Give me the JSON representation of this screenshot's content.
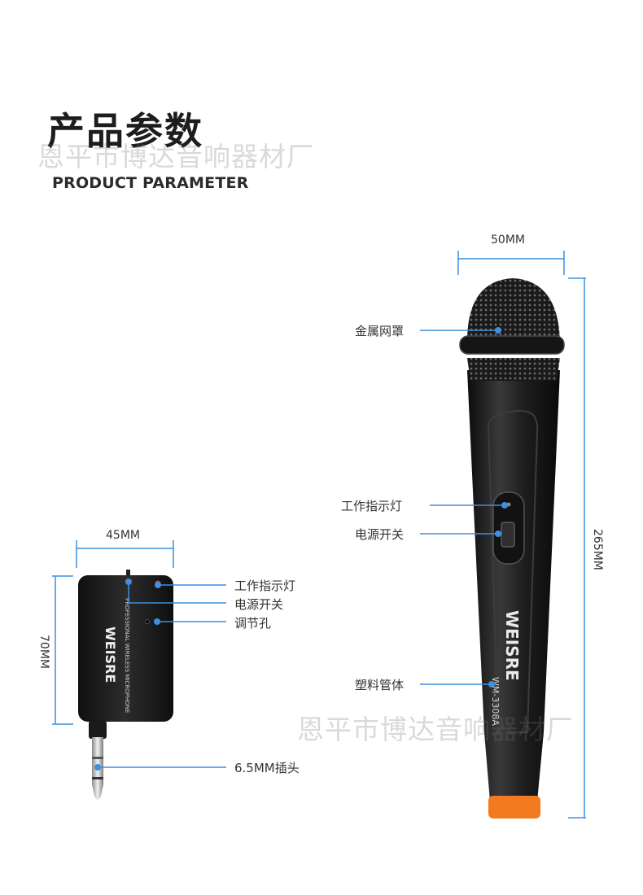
{
  "header": {
    "title_cn": "产品参数",
    "title_en": "PRODUCT PARAMETER"
  },
  "watermark": {
    "text_top": "恩平市博达音响器材厂",
    "text_bottom": "恩平市博达音响器材厂"
  },
  "microphone": {
    "width_label": "50MM",
    "height_label": "265MM",
    "brand": "WEISRE",
    "model": "WM-3308A",
    "callouts": {
      "grille": "金属网罩",
      "indicator": "工作指示灯",
      "power_switch": "电源开关",
      "tube": "塑料管体"
    }
  },
  "receiver": {
    "width_label": "45MM",
    "height_label": "70MM",
    "brand": "WEISRE",
    "body_text": "PROFESSIONAL WIRELESS MICROPHONE",
    "callouts": {
      "indicator": "工作指示灯",
      "power_switch": "电源开关",
      "adjust_hole": "调节孔",
      "plug": "6.5MM插头"
    }
  },
  "colors": {
    "dimension_line": "#3d8fe0",
    "indicator_led": "#e3342f",
    "end_cap": "#f47a20",
    "body": "#1b1b1b"
  }
}
